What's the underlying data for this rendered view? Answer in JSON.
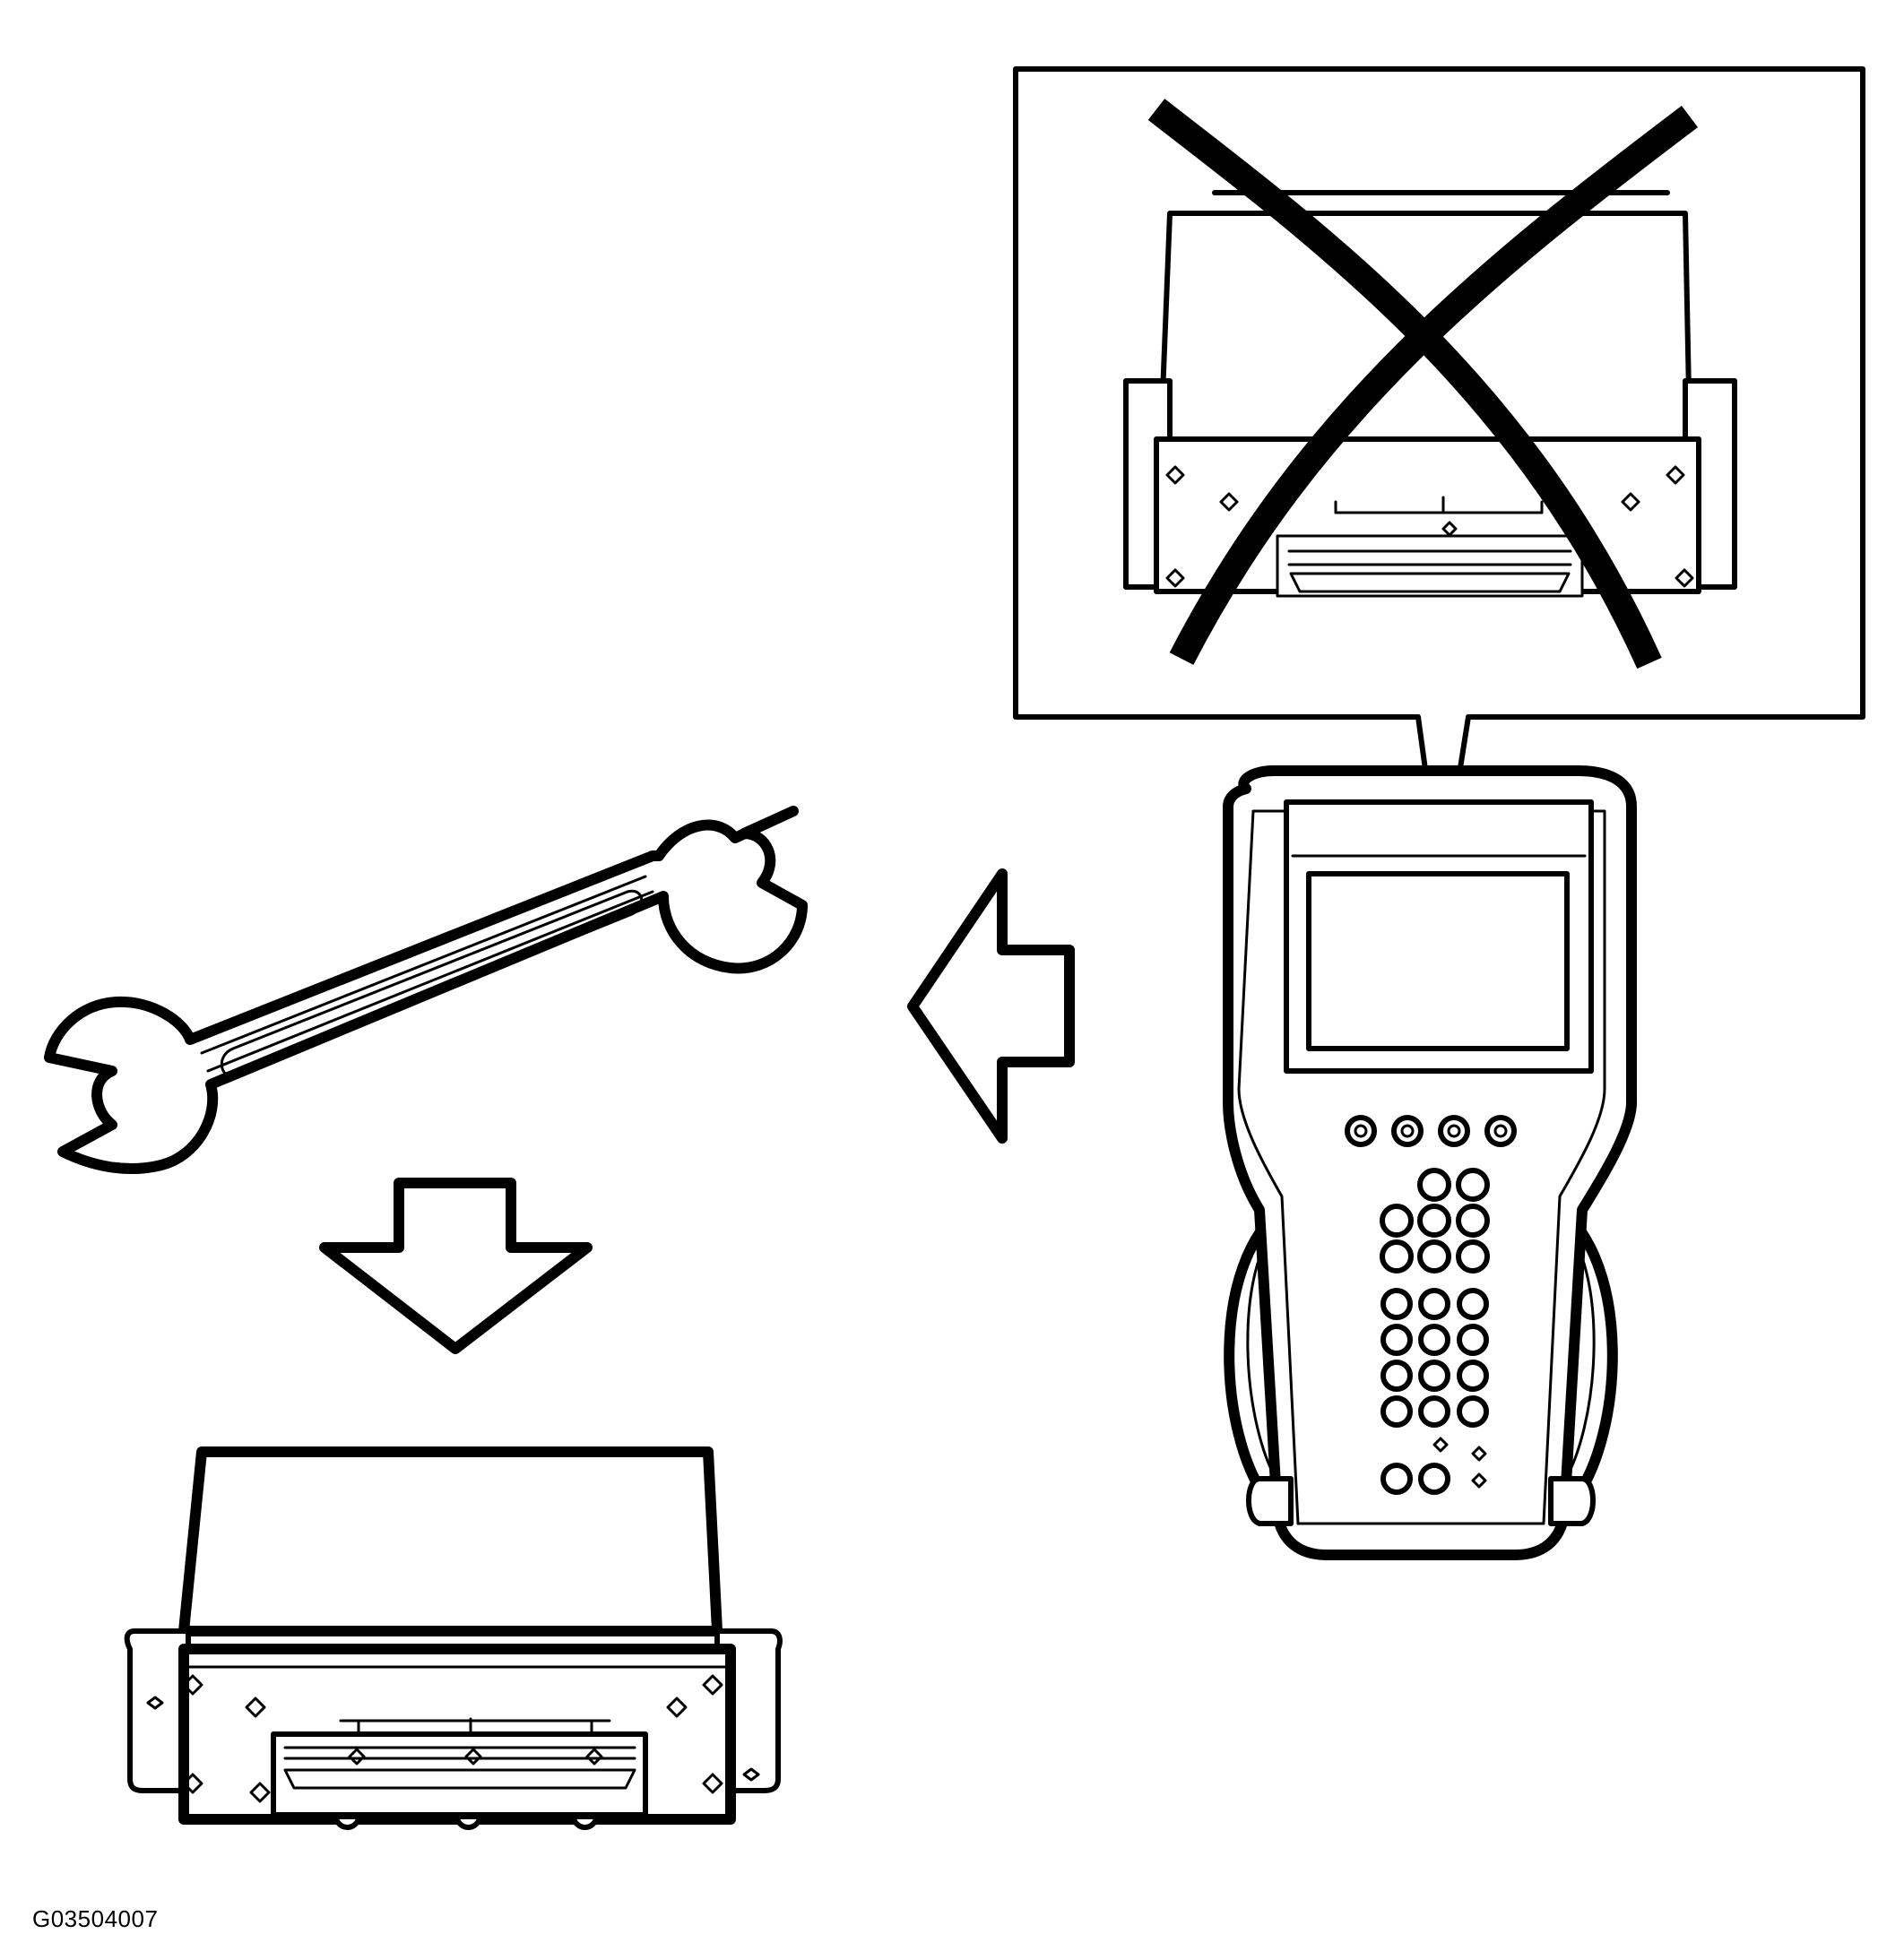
{
  "figure": {
    "id_label": "G03504007",
    "style": "black line art on white",
    "elements": [
      "prohibited-module-callout",
      "scan-tool",
      "left-arrow",
      "wrench",
      "down-arrow",
      "control-module"
    ]
  },
  "colors": {
    "line": "#000000",
    "background": "#ffffff"
  }
}
